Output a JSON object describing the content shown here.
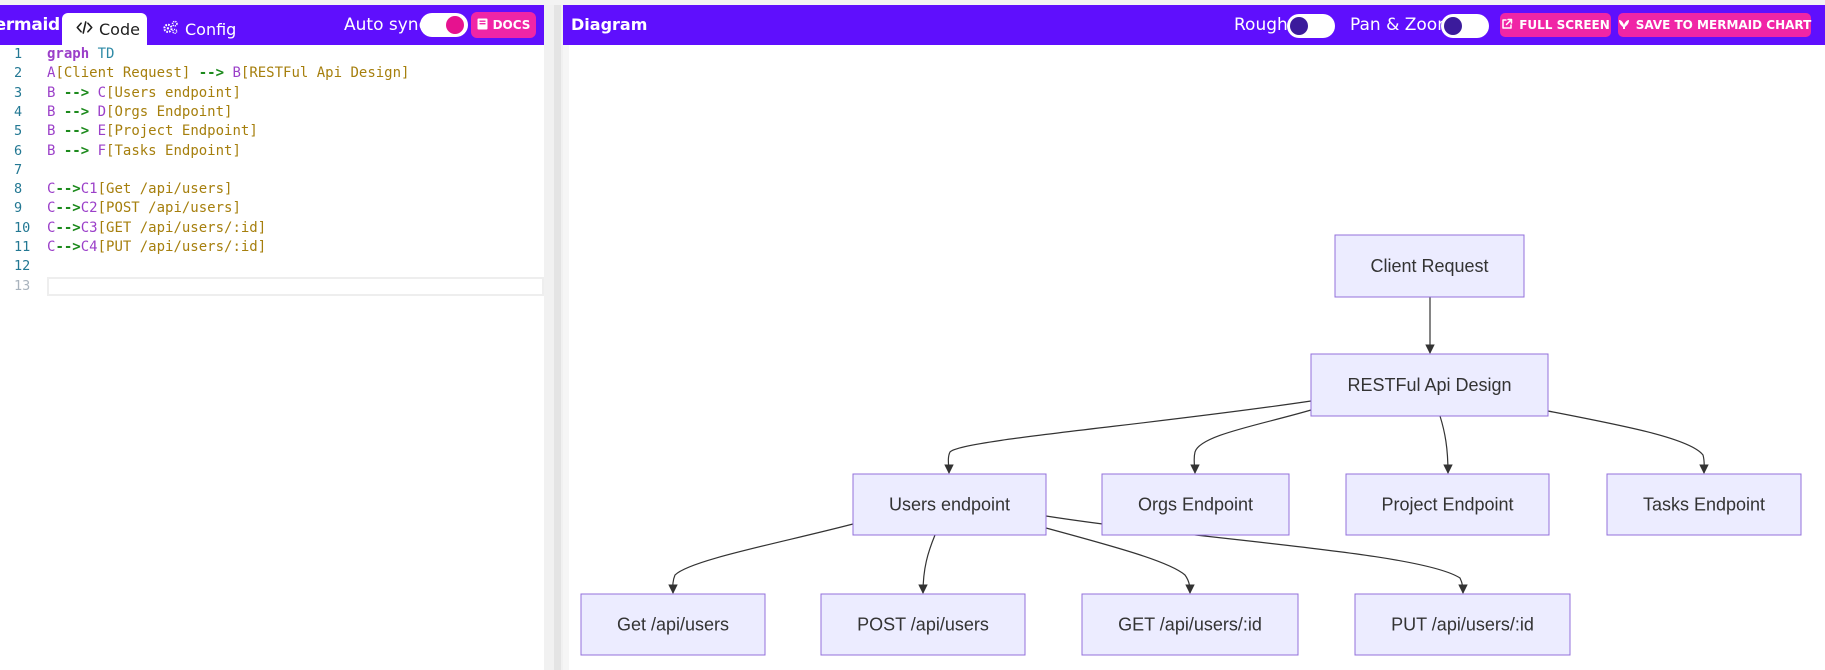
{
  "left_panel": {
    "brand": "Mermaid",
    "tabs": [
      {
        "label": "Code",
        "active": true
      },
      {
        "label": "Config",
        "active": false
      }
    ],
    "auto_sync_label": "Auto sync",
    "auto_sync_on": true,
    "docs_label": "DOCS"
  },
  "editor": {
    "lines": [
      {
        "n": "1",
        "text": "graph TD"
      },
      {
        "n": "2",
        "text": "A[Client Request] --> B[RESTFul Api Design]"
      },
      {
        "n": "3",
        "text": "B --> C[Users endpoint]"
      },
      {
        "n": "4",
        "text": "B --> D[Orgs Endpoint]"
      },
      {
        "n": "5",
        "text": "B --> E[Project Endpoint]"
      },
      {
        "n": "6",
        "text": "B --> F[Tasks Endpoint]"
      },
      {
        "n": "7",
        "text": ""
      },
      {
        "n": "8",
        "text": "C-->C1[Get /api/users]"
      },
      {
        "n": "9",
        "text": "C-->C2[POST /api/users]"
      },
      {
        "n": "10",
        "text": "C-->C3[GET /api/users/:id]"
      },
      {
        "n": "11",
        "text": "C-->C4[PUT /api/users/:id]"
      },
      {
        "n": "12",
        "text": ""
      },
      {
        "n": "13",
        "text": ""
      }
    ],
    "current_line": "13"
  },
  "right_panel": {
    "title": "Diagram",
    "rough_label": "Rough",
    "rough_on": false,
    "pan_zoom_label": "Pan & Zoom",
    "pan_zoom_on": false,
    "full_screen_label": "FULL SCREEN",
    "save_label": "SAVE TO MERMAID CHART"
  },
  "diagram": {
    "node_fill": "#ececff",
    "node_stroke": "#9370db",
    "nodes": [
      {
        "id": "A",
        "label": "Client Request"
      },
      {
        "id": "B",
        "label": "RESTFul Api Design"
      },
      {
        "id": "C",
        "label": "Users endpoint"
      },
      {
        "id": "D",
        "label": "Orgs Endpoint"
      },
      {
        "id": "E",
        "label": "Project Endpoint"
      },
      {
        "id": "F",
        "label": "Tasks Endpoint"
      },
      {
        "id": "C1",
        "label": "Get /api/users"
      },
      {
        "id": "C2",
        "label": "POST /api/users"
      },
      {
        "id": "C3",
        "label": "GET /api/users/:id"
      },
      {
        "id": "C4",
        "label": "PUT /api/users/:id"
      }
    ],
    "edges": [
      {
        "from": "A",
        "to": "B"
      },
      {
        "from": "B",
        "to": "C"
      },
      {
        "from": "B",
        "to": "D"
      },
      {
        "from": "B",
        "to": "E"
      },
      {
        "from": "B",
        "to": "F"
      },
      {
        "from": "C",
        "to": "C1"
      },
      {
        "from": "C",
        "to": "C2"
      },
      {
        "from": "C",
        "to": "C3"
      },
      {
        "from": "C",
        "to": "C4"
      }
    ]
  },
  "colors": {
    "header": "#5f0ffd",
    "accent": "#f025a6",
    "toggle_knob_on": "#e6128f"
  }
}
